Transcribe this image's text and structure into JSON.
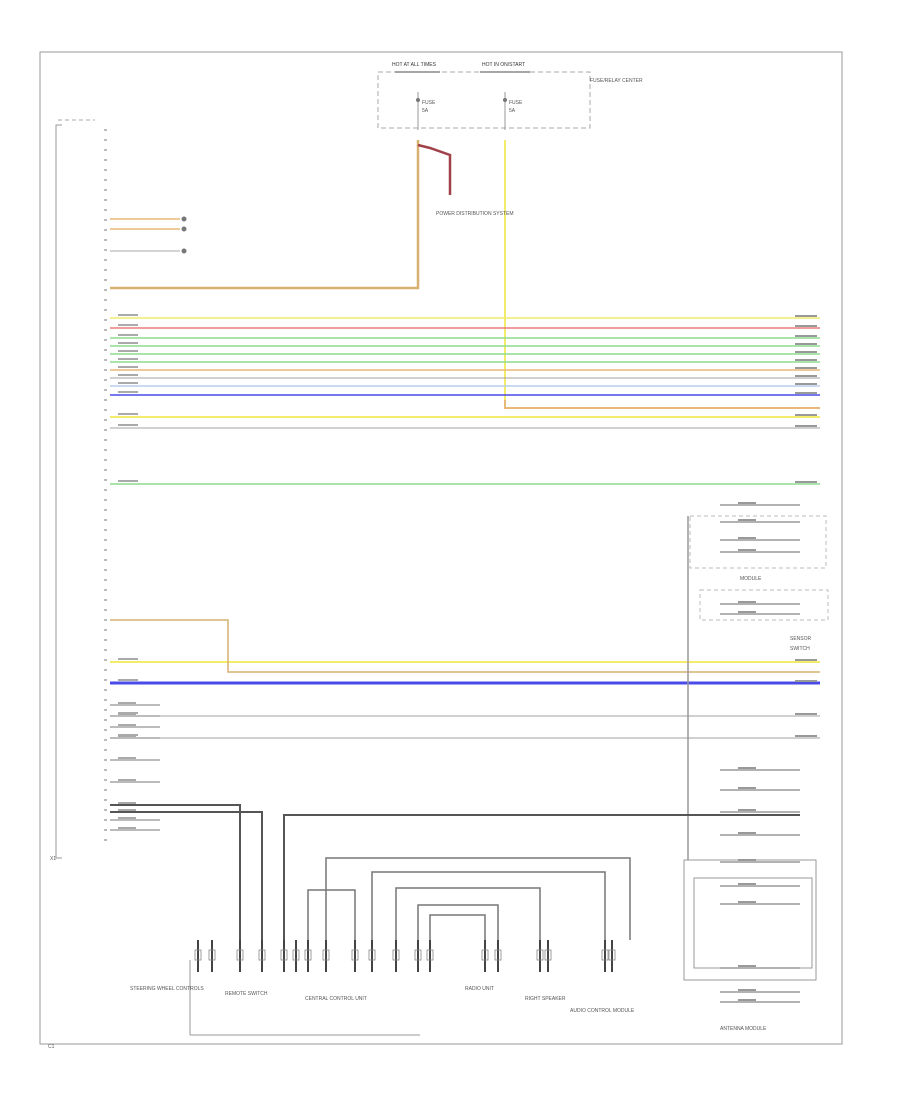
{
  "colors": {
    "yellow": "#f2ec6a",
    "red": "#ee7d7d",
    "green": "#8fdc8f",
    "orange": "#e8b878",
    "blue": "#4a4ae8",
    "lightblue": "#b8cde8",
    "gray": "#a0a0a0",
    "dark": "#333333",
    "bus_gray": "#888888",
    "tan": "#d8b070",
    "maroon": "#a04048"
  },
  "fuse_box": {
    "left_title": "HOT AT ALL TIMES",
    "right_title": "HOT IN ON/START",
    "left_fuse": "FUSE",
    "right_fuse": "FUSE",
    "left_amps": "5A",
    "right_amps": "5A",
    "caption": "FUSE/RELAY CENTER"
  },
  "ground_label": "POWER DISTRIBUTION SYSTEM",
  "left_connector_label": "X1",
  "bottom_left_label": "C1",
  "components": {
    "module_right_1": "MODULE",
    "module_right_2": "SENSOR",
    "module_right_3": "SWITCH",
    "bottom_a": "STEERING WHEEL CONTROLS",
    "bottom_b": "REMOTE SWITCH",
    "bottom_c": "CENTRAL CONTROL UNIT",
    "bottom_d": "RADIO UNIT",
    "bottom_e": "RIGHT SPEAKER",
    "bottom_f": "AUDIO CONTROL MODULE",
    "bottom_g": "ANTENNA MODULE"
  }
}
